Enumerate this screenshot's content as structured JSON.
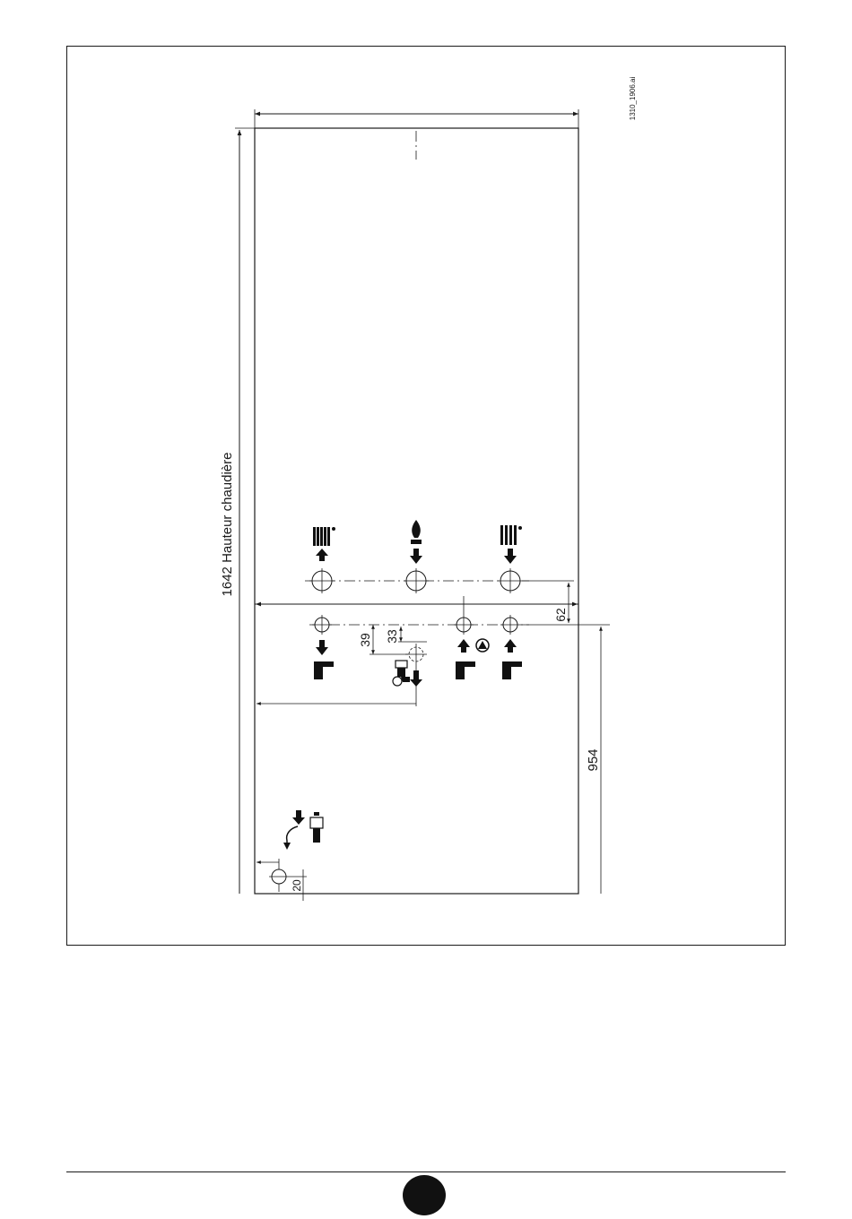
{
  "drawing": {
    "file_ref": "1310_1906.ai",
    "height_label": "1642 Hauteur chaudière",
    "dimensions": {
      "d62": "62",
      "d39": "39",
      "d33": "33",
      "d954": "954",
      "d20": "20"
    },
    "colors": {
      "ink": "#1a1a1a",
      "fill": "#111111",
      "paper": "#ffffff"
    },
    "icons": [
      "radiator-coil-icon",
      "gas-flame-icon",
      "radiator-icon",
      "tap-icon",
      "pump-icon",
      "safety-valve-icon",
      "siphon-drain-icon"
    ]
  }
}
